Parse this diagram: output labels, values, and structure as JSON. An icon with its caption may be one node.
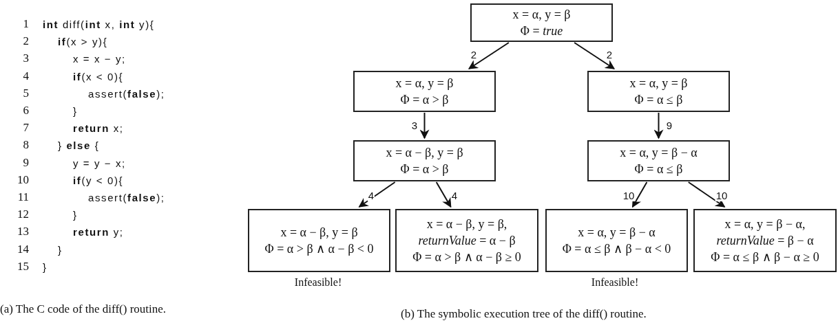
{
  "diagram": {
    "nodes": [
      {
        "text": [
          "x = α, y = β",
          "Φ = *true*"
        ]
      },
      {
        "text": [
          "x = α, y = β",
          "Φ = α > β"
        ]
      },
      {
        "text": [
          "x = α, y = β",
          "Φ = α ≤ β"
        ]
      },
      {
        "text": [
          "x = α − β, y = β",
          "Φ = α > β"
        ]
      },
      {
        "text": [
          "x = α, y = β − α",
          "Φ = α ≤ β"
        ]
      },
      {
        "text": [
          "x = α − β, y = β",
          "Φ = α > β ∧ α − β < 0"
        ],
        "beside": [
          "Infeasible!"
        ]
      },
      {
        "text": [
          "x = α − β, y = β,",
          "*returnValue* = α − β",
          "Φ = α > β ∧ α − β ≥ 0"
        ]
      },
      {
        "text": [
          "x = α, y = β − α",
          "Φ = α ≤ β ∧ β − α < 0"
        ],
        "beside": [
          "Infeasible!"
        ]
      },
      {
        "text": [
          "x = α, y = β − α,",
          "*returnValue* = β − α",
          "Φ = α ≤ β ∧ β − α ≥ 0"
        ]
      }
    ],
    "edges": [
      {
        "from": 0,
        "to": 1,
        "arrow": "to",
        "label": "2"
      },
      {
        "from": 0,
        "to": 2,
        "arrow": "to",
        "label": "2"
      },
      {
        "from": 1,
        "to": 3,
        "arrow": "to",
        "label": "3"
      },
      {
        "from": 2,
        "to": 4,
        "arrow": "to",
        "label": "9"
      },
      {
        "from": 3,
        "to": 5,
        "arrow": "to",
        "label": "4"
      },
      {
        "from": 3,
        "to": 6,
        "arrow": "to",
        "label": "4"
      },
      {
        "from": 4,
        "to": 7,
        "arrow": "to",
        "label": "10"
      },
      {
        "from": 4,
        "to": 8,
        "arrow": "to",
        "label": "10"
      }
    ],
    "labels": [
      "1",
      "**int** diff(**int** x, **int** y){",
      "2",
      "**if**(x > y){",
      "3",
      "x = x − y;",
      "4",
      "**if**(x < 0){",
      "5",
      "assert(**false**);",
      "6",
      "}",
      "7",
      "**return** x;",
      "8",
      "} **else** {",
      "9",
      "y = y − x;",
      "10",
      "**if**(y < 0){",
      "11",
      "assert(**false**);",
      "12",
      "}",
      "13",
      "**return** y;",
      "14",
      "}",
      "15",
      "}",
      "(a) The C code of the diff() routine.",
      "(b) The symbolic execution tree of the diff() routine."
    ]
  }
}
